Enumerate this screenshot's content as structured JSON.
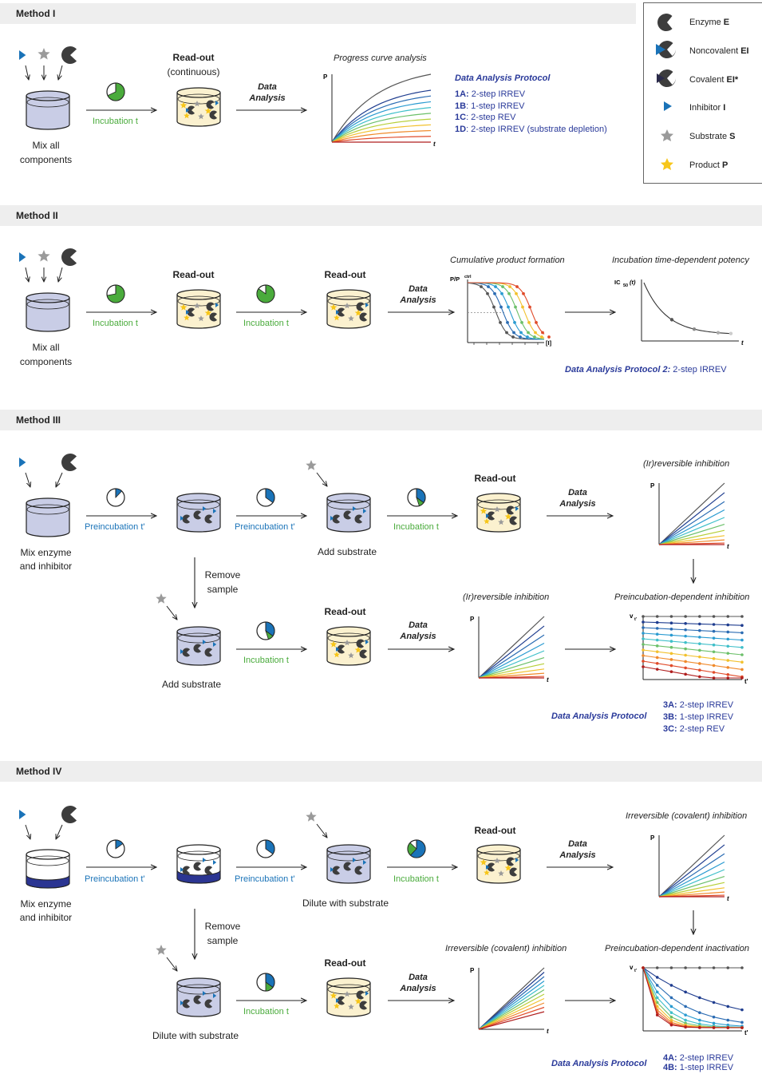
{
  "colors": {
    "green": "#4aab3c",
    "blue": "#1a73b8",
    "navy": "#2a3a9a",
    "enzyme": "#3d3d3d",
    "substrate": "#9a9a9a",
    "product": "#f7c61a",
    "well_blue": "#c9cde6",
    "well_yellow": "#fbf1cf",
    "curve_colors": [
      "#555555",
      "#1f3d8f",
      "#2b6cb3",
      "#2a9bd1",
      "#3fbfc9",
      "#6cc06a",
      "#b7cf3a",
      "#f2c12e",
      "#f08a2b",
      "#e04b2a",
      "#b01e1e"
    ]
  },
  "legend": {
    "items": [
      {
        "icon": "enzyme-icon",
        "text": "Enzyme ",
        "bold": "E"
      },
      {
        "icon": "noncovalent-ei-icon",
        "text": "Noncovalent ",
        "bold": "EI"
      },
      {
        "icon": "covalent-ei-icon",
        "text": "Covalent ",
        "bold": "EI*"
      },
      {
        "icon": "inhibitor-icon",
        "text": "Inhibitor ",
        "bold": "I"
      },
      {
        "icon": "substrate-star-icon",
        "text": "Substrate ",
        "bold": "S"
      },
      {
        "icon": "product-star-icon",
        "text": "Product ",
        "bold": "P"
      }
    ]
  },
  "common": {
    "readout": "Read-out",
    "continuous": "(continuous)",
    "data": "Data",
    "analysis": "Analysis",
    "incubation_t": "Incubation t",
    "preincubation_t": "Preincubation t'",
    "mix_all_1": "Mix all",
    "mix_all_2": "components",
    "mix_ei_1": "Mix enzyme",
    "mix_ei_2": "and inhibitor",
    "add_substrate": "Add substrate",
    "dilute_substrate": "Dilute with substrate",
    "remove_1": "Remove",
    "remove_2": "sample",
    "axis_p": "P",
    "axis_t": "t",
    "axis_tprime": "t'",
    "axis_pratio": "P/P",
    "axis_pratio_sup": "ctrl",
    "axis_i": "[I]",
    "axis_ic50": "IC",
    "axis_ic50_sub": "50",
    "axis_ic50_t": "(t)",
    "axis_v": "v",
    "axis_v_sub": "t'"
  },
  "method1": {
    "title": "Method I",
    "chart_title": "Progress curve analysis",
    "protocol_title": "Data Analysis Protocol",
    "protocols": [
      {
        "code": "1A:",
        "text": " 2-step IRREV"
      },
      {
        "code": "1B",
        "text": ": 1-step IRREV"
      },
      {
        "code": "1C",
        "text": ": 2-step REV"
      },
      {
        "code": "1D",
        "text": ": 2-step IRREV (substrate depletion)"
      }
    ]
  },
  "method2": {
    "title": "Method II",
    "chart1_title": "Cumulative product formation",
    "chart2_title": "Incubation time-dependent potency",
    "protocol_title": "Data Analysis Protocol 2:",
    "protocol_text": " 2-step IRREV"
  },
  "method3": {
    "title": "Method III",
    "chart1_title": "(Ir)reversible inhibition",
    "chart2_title": "(Ir)reversible inhibition",
    "chart3_title": "Preincubation-dependent inhibition",
    "protocol_title": "Data Analysis Protocol",
    "protocols": [
      {
        "code": "3A:",
        "text": " 2-step IRREV"
      },
      {
        "code": "3B:",
        "text": " 1-step IRREV"
      },
      {
        "code": "3C:",
        "text": " 2-step REV"
      }
    ]
  },
  "method4": {
    "title": "Method IV",
    "chart1_title": "Irreversible (covalent) inhibition",
    "chart2_title": "Irreversible (covalent) inhibition",
    "chart3_title": "Preincubation-dependent inactivation",
    "protocol_title": "Data Analysis Protocol",
    "protocols": [
      {
        "code": "4A:",
        "text": " 2-step IRREV"
      },
      {
        "code": "4B:",
        "text": " 1-step IRREV"
      }
    ]
  }
}
